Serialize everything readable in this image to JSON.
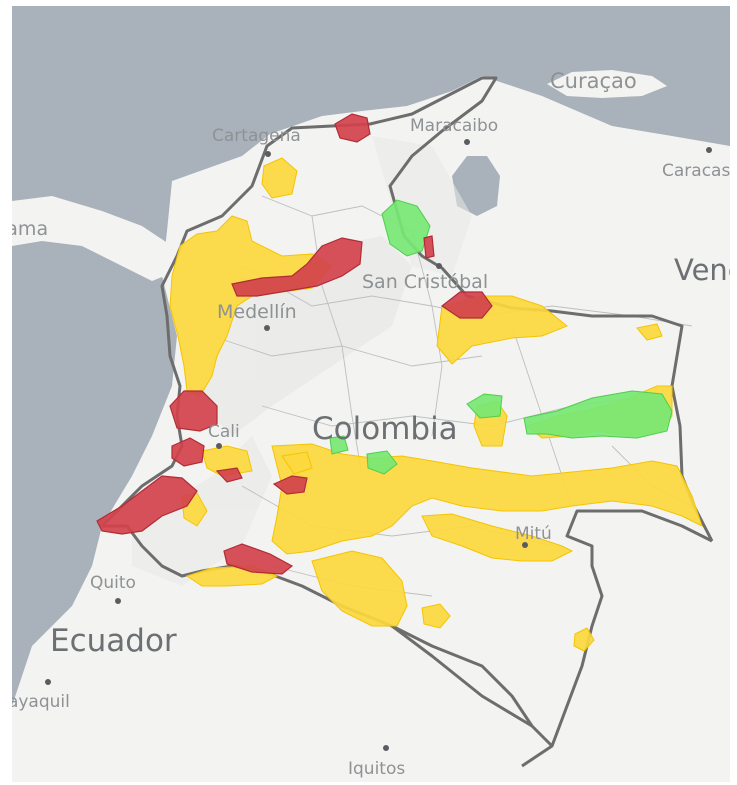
{
  "map": {
    "labels": {
      "curacao": "Curaçao",
      "cartagena": "Cartagena",
      "maracaibo": "Maracaibo",
      "caracas": "Caracas",
      "panama": "Panama",
      "venezuela": "Venezuela",
      "san_cristobal": "San Cristóbal",
      "medellin": "Medellín",
      "colombia": "Colombia",
      "cali": "Cali",
      "mitu": "Mitú",
      "quito": "Quito",
      "ecuador": "Ecuador",
      "guayaquil": "Guayaquil",
      "iquitos": "Iquitos"
    },
    "colors": {
      "water": "#a9b2ba",
      "land": "#f3f3f2",
      "land_alt": "#ececeb",
      "border": "#6d6d6d",
      "zone_yellow": "#fcd93d",
      "zone_red": "#d3424b",
      "zone_green": "#77e874"
    },
    "zone_categories": [
      "yellow",
      "red",
      "green"
    ]
  }
}
